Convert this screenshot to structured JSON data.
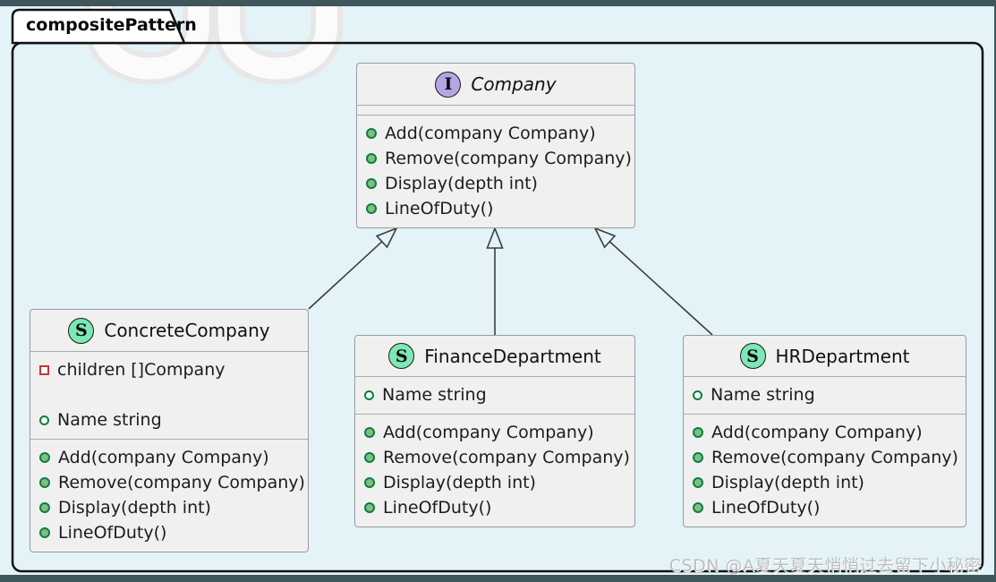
{
  "frame": {
    "title": "compositePattern"
  },
  "watermark": {
    "logo": "csdn-logo-watermark",
    "text": "CSDN @A夏天夏天悄悄过去留下小秘密"
  },
  "colors": {
    "top_bottom_bar": "#3e565c",
    "diagram_background": "#e3f3f8",
    "box_fill": "#f0f0f0",
    "box_border": "#9b9b9b",
    "frame_border": "#111111",
    "interface_icon_fill": "#b5a5e3",
    "class_icon_fill": "#7ce8b5",
    "public_method_bullet": "#0b7e41",
    "package_field_bullet": "#c8333a"
  },
  "classes": [
    {
      "kind": "interface",
      "icon_letter": "I",
      "name": "Company",
      "fields": [],
      "methods": [
        {
          "visibility": "public",
          "text": "Add(company Company)"
        },
        {
          "visibility": "public",
          "text": "Remove(company Company)"
        },
        {
          "visibility": "public",
          "text": "Display(depth int)"
        },
        {
          "visibility": "public",
          "text": "LineOfDuty()"
        }
      ]
    },
    {
      "kind": "class",
      "icon_letter": "S",
      "name": "ConcreteCompany",
      "fields": [
        {
          "bullet": "package-square",
          "text": "children []Company"
        },
        {
          "bullet": "private-circle",
          "text": "Name string"
        }
      ],
      "methods": [
        {
          "visibility": "public",
          "text": "Add(company Company)"
        },
        {
          "visibility": "public",
          "text": "Remove(company Company)"
        },
        {
          "visibility": "public",
          "text": "Display(depth int)"
        },
        {
          "visibility": "public",
          "text": "LineOfDuty()"
        }
      ]
    },
    {
      "kind": "class",
      "icon_letter": "S",
      "name": "FinanceDepartment",
      "fields": [
        {
          "bullet": "private-circle",
          "text": "Name string"
        }
      ],
      "methods": [
        {
          "visibility": "public",
          "text": "Add(company Company)"
        },
        {
          "visibility": "public",
          "text": "Remove(company Company)"
        },
        {
          "visibility": "public",
          "text": "Display(depth int)"
        },
        {
          "visibility": "public",
          "text": "LineOfDuty()"
        }
      ]
    },
    {
      "kind": "class",
      "icon_letter": "S",
      "name": "HRDepartment",
      "fields": [
        {
          "bullet": "private-circle",
          "text": "Name string"
        }
      ],
      "methods": [
        {
          "visibility": "public",
          "text": "Add(company Company)"
        },
        {
          "visibility": "public",
          "text": "Remove(company Company)"
        },
        {
          "visibility": "public",
          "text": "Display(depth int)"
        },
        {
          "visibility": "public",
          "text": "LineOfDuty()"
        }
      ]
    }
  ],
  "relations": [
    {
      "from": "ConcreteCompany",
      "to": "Company",
      "type": "realization"
    },
    {
      "from": "FinanceDepartment",
      "to": "Company",
      "type": "realization"
    },
    {
      "from": "HRDepartment",
      "to": "Company",
      "type": "realization"
    }
  ]
}
